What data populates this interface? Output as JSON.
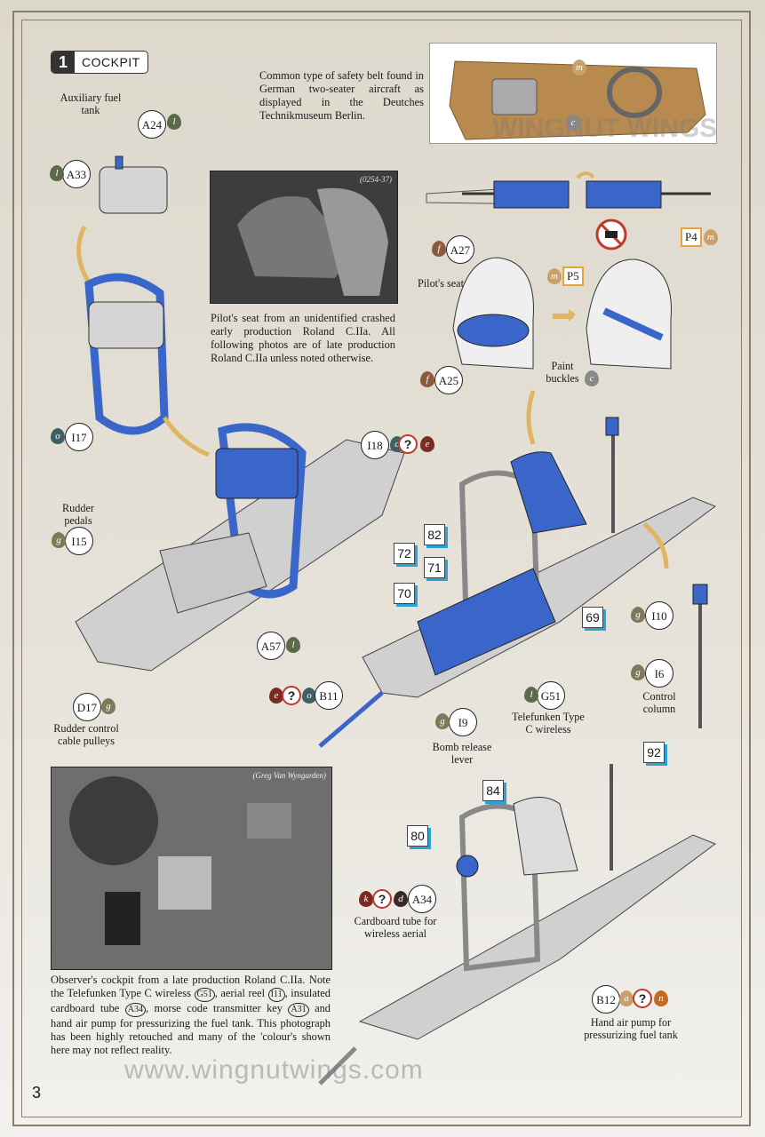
{
  "step": {
    "number": "1",
    "title": "COCKPIT"
  },
  "colors": {
    "blue": "#3a66c9",
    "grey": "#c9c9c9",
    "dark": "#333333",
    "cyan_shadow": "#2aa3d6",
    "paint_olive": "#5b6b4a",
    "paint_brown": "#8b5a3c",
    "paint_red": "#7a2b22",
    "paint_orange": "#c46a1f",
    "paint_tan": "#c9a06a"
  },
  "captions": {
    "aux_tank": "Auxiliary fuel tank",
    "safety_belt": "Common type of safety belt found in German two-seater aircraft as displayed in the Deutches Technikmuseum Berlin.",
    "pilot_seat_photo": "Pilot's seat from an unidentified crashed early production Roland C.IIa. All following photos are of late production Roland C.IIa unless noted otherwise.",
    "pilot_seat": "Pilot's seat",
    "paint_buckles": "Paint buckles",
    "rudder_pedals": "Rudder pedals",
    "rudder_pulleys": "Rudder control cable pulleys",
    "bomb_release": "Bomb release lever",
    "telefunken": "Telefunken Type C wireless",
    "control_column": "Control column",
    "cardboard_tube": "Cardboard tube for wireless aerial",
    "hand_pump": "Hand air pump for pressurizing fuel tank"
  },
  "photo_credits": {
    "seat": "(0254-37)",
    "observer": "(Greg Van Wyngarden)"
  },
  "observer_text": {
    "p1": "Observer's cockpit from a late production Roland C.IIa. Note the Telefunken Type C wireless",
    "r1": "G51",
    "p2": ", aerial reel",
    "r2": "I11",
    "p3": ", insulated cardboard tube",
    "r3": "A34",
    "p4": ", morse code transmitter key",
    "r4": "A31",
    "p5": "and hand air pump for pressurizing the fuel tank. This photograph has been highly retouched and many of the 'colour's shown here may not reflect reality."
  },
  "part_labels": {
    "A24": "A24",
    "A33": "A33",
    "I17": "I17",
    "A27": "A27",
    "A25": "A25",
    "I18": "I18",
    "I15": "I15",
    "A57": "A57",
    "D17": "D17",
    "B11": "B11",
    "I9": "I9",
    "G51": "G51",
    "I10": "I10",
    "I6": "I6",
    "A34": "A34",
    "B12": "B12"
  },
  "paint_codes": {
    "A24": "l",
    "A33": "l",
    "I17": "o",
    "A27": "f",
    "A25": "f",
    "I18_a": "o",
    "I18_b": "e",
    "I15": "g",
    "A57": "l",
    "D17": "g",
    "B11_a": "e",
    "B11_b": "o",
    "I9": "g",
    "G51": "l",
    "I10": "g",
    "I6": "g",
    "A34_a": "k",
    "A34_b": "d",
    "B12_a": "a",
    "B12_b": "n",
    "P5": "m",
    "P4": "m",
    "buckles": "c",
    "belt_m": "m",
    "belt_c": "c"
  },
  "unknown_mark": "?",
  "decals": {
    "P5": "P5",
    "P4": "P4"
  },
  "callouts": [
    "82",
    "72",
    "71",
    "70",
    "69",
    "84",
    "80",
    "92"
  ],
  "watermark": "www.wingnutwings.com",
  "watermark_logo": "WINGNUT WINGS",
  "page_number": "3"
}
